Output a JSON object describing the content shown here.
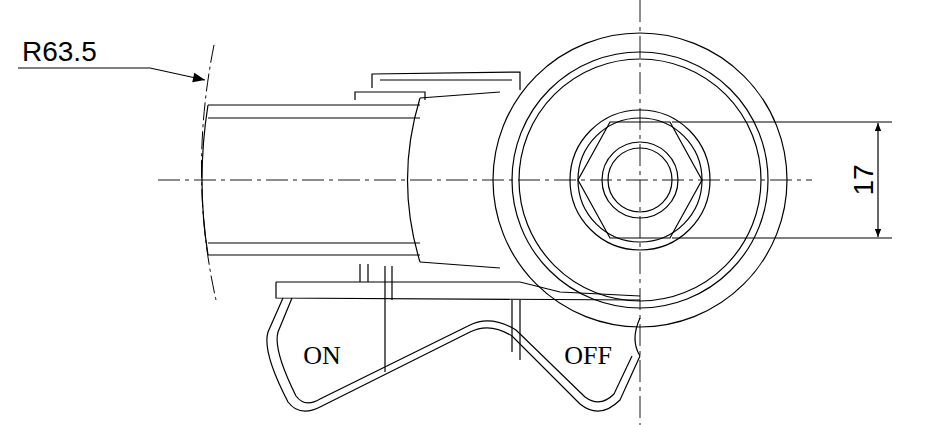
{
  "diagram": {
    "labels": [
      "R63.5",
      "17",
      "ON",
      "OFF"
    ]
  }
}
